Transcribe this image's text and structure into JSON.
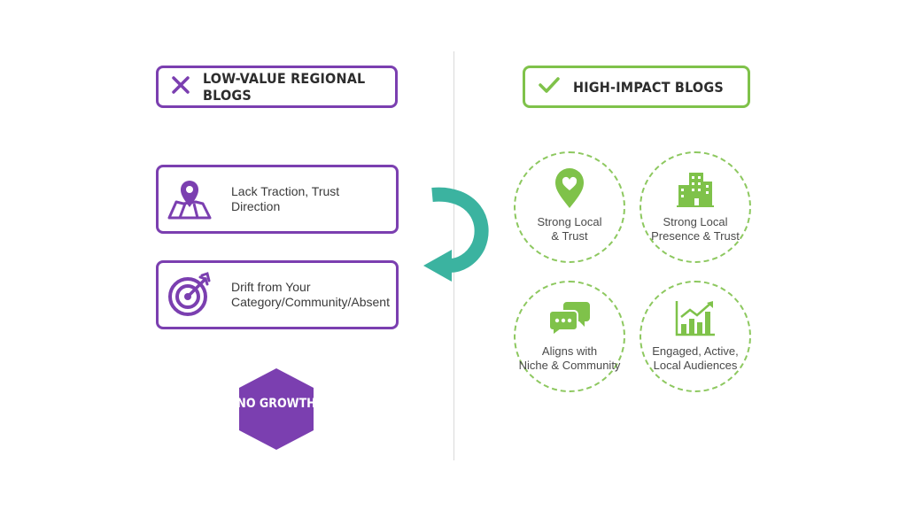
{
  "left": {
    "header": "LOW-VALUE REGIONAL BLOGS",
    "issues": [
      {
        "label": "Lack Traction, Trust\nDirection",
        "icon": "map-pin-icon"
      },
      {
        "label": "Drift from Your\nCategory/Community/Absent",
        "icon": "target-icon"
      }
    ],
    "badge": "NO GROWTH"
  },
  "right": {
    "header": "HIGH-IMPACT BLOGS",
    "benefits": [
      {
        "label": "Strong Local\n& Trust",
        "icon": "heart-pin-icon"
      },
      {
        "label": "Strong Local\nPresence & Trust",
        "icon": "buildings-icon"
      },
      {
        "label": "Aligns with\nNiche & Community",
        "icon": "chat-bubbles-icon"
      },
      {
        "label": "Engaged, Active,\nLocal Audiences",
        "icon": "growth-chart-icon"
      }
    ]
  },
  "colors": {
    "purple": "#7b3fb0",
    "green": "#7fc24a",
    "teal": "#3bb3a0"
  }
}
